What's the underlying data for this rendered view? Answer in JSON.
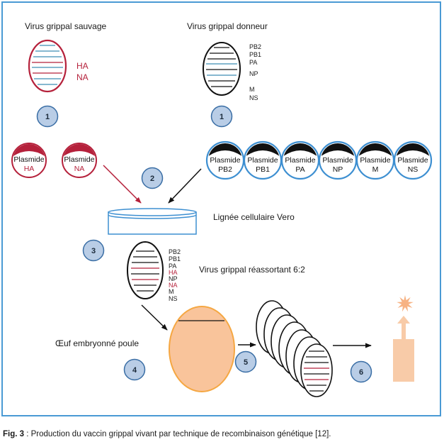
{
  "wild_virus": {
    "title": "Virus grippal sauvage",
    "ha": "HA",
    "na": "NA"
  },
  "donor_virus": {
    "title": "Virus grippal donneur",
    "segments": [
      "PB2",
      "PB1",
      "PA",
      "NP",
      "M",
      "NS"
    ]
  },
  "steps": [
    "1",
    "1",
    "2",
    "3",
    "4",
    "5",
    "6"
  ],
  "plasmids": {
    "wild": [
      {
        "label": "Plasmide",
        "gene": "HA"
      },
      {
        "label": "Plasmide",
        "gene": "NA"
      }
    ],
    "donor": [
      {
        "label": "Plasmide",
        "gene": "PB2"
      },
      {
        "label": "Plasmide",
        "gene": "PB1"
      },
      {
        "label": "Plasmide",
        "gene": "PA"
      },
      {
        "label": "Plasmide",
        "gene": "NP"
      },
      {
        "label": "Plasmide",
        "gene": "M"
      },
      {
        "label": "Plasmide",
        "gene": "NS"
      }
    ]
  },
  "cell_line": "Lignée cellulaire Vero",
  "reassortant": {
    "title": "Virus grippal réassortant 6:2",
    "segments": [
      "PB2",
      "PB1",
      "PA",
      "HA",
      "NP",
      "NA",
      "M",
      "NS"
    ]
  },
  "egg": "Œuf embryonné poule",
  "caption": {
    "prefix": "Fig. 3",
    "text": ": Production du vaccin grippal vivant par technique de recombinaison génétique [12]."
  },
  "colors": {
    "wild_red": "#b5213b",
    "segment_teal": "#3f8db3",
    "plasmid_blue": "#3d8fd1",
    "frame_blue": "#4a9ad4",
    "step_fill": "#b9cde6",
    "step_stroke": "#3a6ea5",
    "egg_fill": "#f9c49b",
    "egg_stroke": "#f5a742",
    "vial_peach": "#f8cba8",
    "star_peach": "#f7b283"
  }
}
